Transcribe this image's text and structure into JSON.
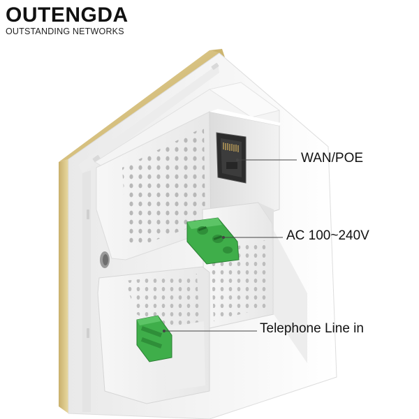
{
  "brand": {
    "name": "OUTENGDA",
    "tagline": "OUTSTANDING NETWORKS"
  },
  "callouts": {
    "wan": "WAN/POE",
    "ac": "AC 100~240V",
    "phone": "Telephone Line in"
  },
  "colors": {
    "frame_gold": "#d8c58a",
    "housing_white": "#f5f5f5",
    "terminal_green": "#3fae4a"
  }
}
